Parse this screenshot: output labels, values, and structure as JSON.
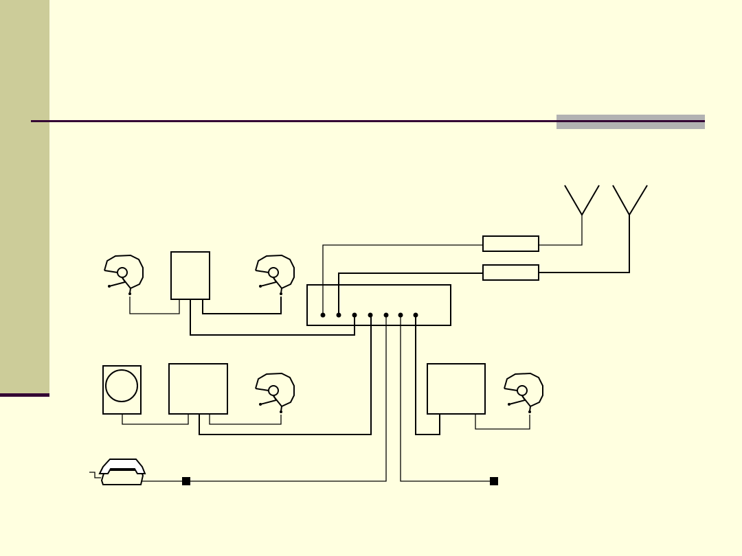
{
  "slide": {
    "title": "",
    "colors": {
      "background": "#ffffe0",
      "sidebar": "#cccc99",
      "rule": "#330033",
      "accent_bar": "#b2b2b2"
    }
  },
  "diagram": {
    "components": [
      "helmet-headset",
      "helmet-headset",
      "helmet-headset",
      "helmet-headset",
      "intercom-box",
      "loudspeaker",
      "radio-box",
      "radio-box",
      "central-junction-box",
      "antenna",
      "antenna",
      "radio-unit",
      "radio-unit",
      "telephone",
      "connector",
      "connector"
    ]
  }
}
